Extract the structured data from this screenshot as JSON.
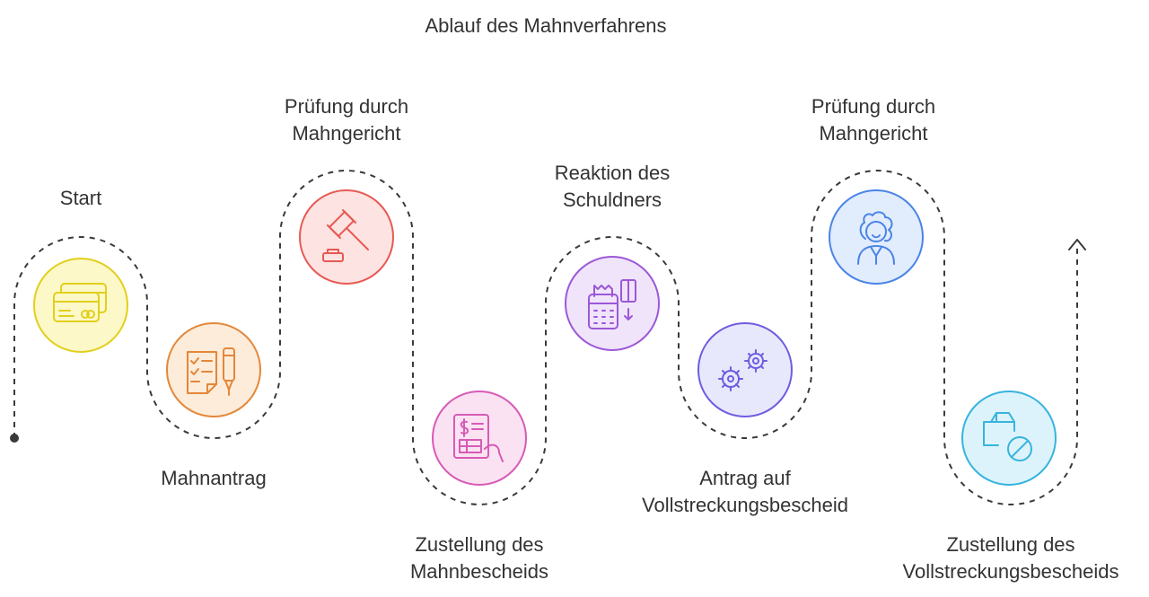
{
  "title": "Ablauf des Mahnverfahrens",
  "steps": [
    {
      "line1": "Start",
      "line2": "",
      "icon": "credit-cards-icon",
      "fill": "#fcf8c8",
      "stroke": "#e2cf1e"
    },
    {
      "line1": "Mahnantrag",
      "line2": "",
      "icon": "checklist-pen-icon",
      "fill": "#fdecd9",
      "stroke": "#e4873a"
    },
    {
      "line1": "Prüfung durch",
      "line2": "Mahngericht",
      "icon": "gavel-icon",
      "fill": "#fde3e1",
      "stroke": "#e65a54"
    },
    {
      "line1": "Zustellung des",
      "line2": "Mahnbescheids",
      "icon": "invoice-hand-icon",
      "fill": "#fbe2f2",
      "stroke": "#d75bb6"
    },
    {
      "line1": "Reaktion des",
      "line2": "Schuldners",
      "icon": "payment-terminal-icon",
      "fill": "#f0e4fa",
      "stroke": "#9c58d8"
    },
    {
      "line1": "Antrag auf",
      "line2": "Vollstreckungsbescheid",
      "icon": "gears-icon",
      "fill": "#e8e8fd",
      "stroke": "#6f5ce0"
    },
    {
      "line1": "Prüfung durch",
      "line2": "Mahngericht",
      "icon": "judge-icon",
      "fill": "#e1ecfd",
      "stroke": "#4a84e6"
    },
    {
      "line1": "Zustellung des",
      "line2": "Vollstreckungsbescheids",
      "icon": "package-blocked-icon",
      "fill": "#ddf3fb",
      "stroke": "#37b4de"
    }
  ]
}
